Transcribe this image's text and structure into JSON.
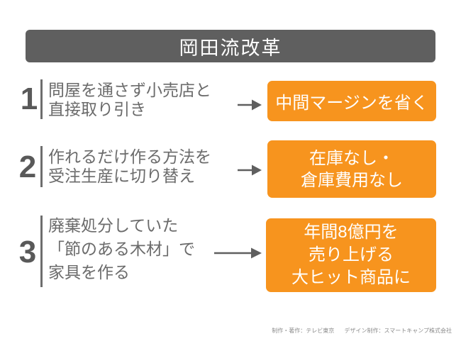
{
  "slide": {
    "title": "岡田流改革",
    "rows": [
      {
        "number": "1",
        "cause_lines": [
          "問屋を通さず小売店と",
          "直接取り引き"
        ],
        "effect_lines": [
          "中間マージンを省く"
        ]
      },
      {
        "number": "2",
        "cause_lines": [
          "作れるだけ作る方法を",
          "受注生産に切り替え"
        ],
        "effect_lines": [
          "在庫なし・",
          "倉庫費用なし"
        ]
      },
      {
        "number": "3",
        "cause_lines": [
          "廃棄処分していた",
          "「節のある木材」で",
          "家具を作る"
        ],
        "effect_lines": [
          "年間8億円を",
          "売り上げる",
          "大ヒット商品に"
        ]
      }
    ],
    "footer": {
      "credit_production": "制作・著作：テレビ東京",
      "credit_design": "デザイン制作：スマートキャンプ株式会社"
    },
    "colors": {
      "header_bg": "#5f5f5f",
      "accent_orange": "#f7941e",
      "body_text": "#6b6b6b",
      "arrow_gray": "#5f5f5f"
    }
  }
}
